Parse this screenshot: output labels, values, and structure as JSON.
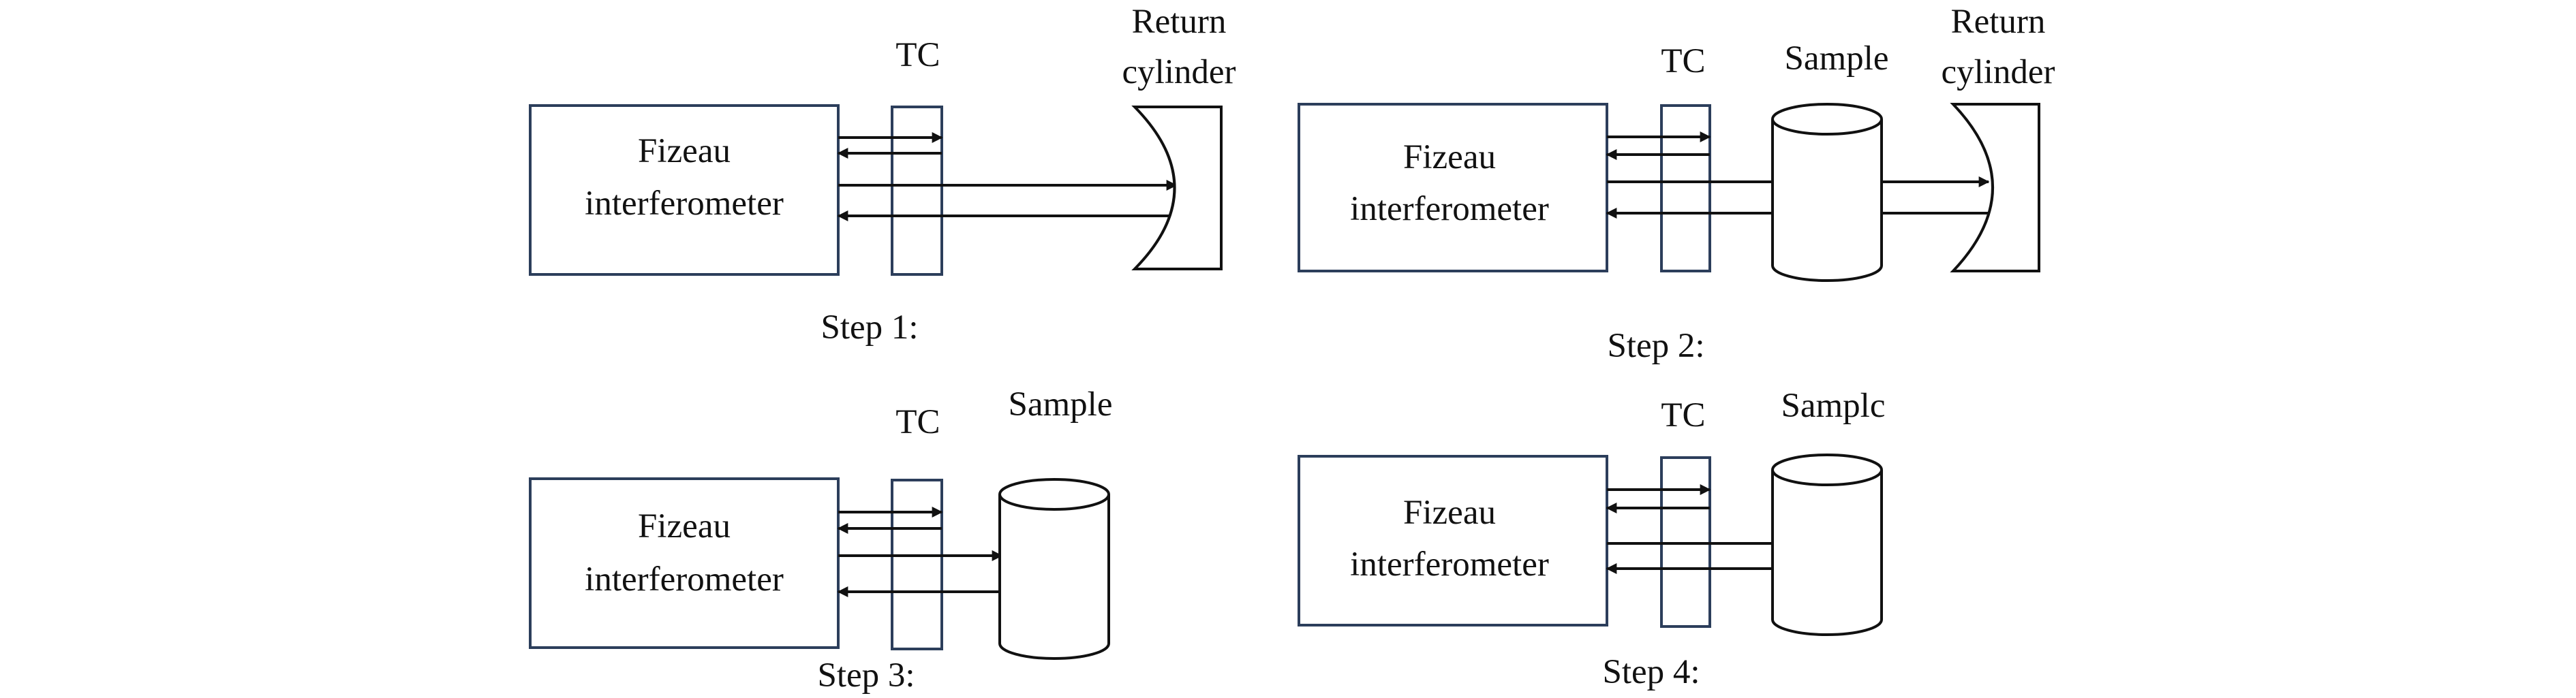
{
  "interferometer_label": [
    "Fizeau",
    "interferometer"
  ],
  "tc_label": "TC",
  "return_cylinder_label": [
    "Return",
    "cylinder"
  ],
  "colors": {
    "frame": "#2c3e5b",
    "line": "#111111",
    "background": "#ffffff"
  },
  "steps": [
    {
      "caption": "Step 1:",
      "sample_label": ""
    },
    {
      "caption": "Step 2:",
      "sample_label": "Sample"
    },
    {
      "caption": "Step 3:",
      "sample_label": "Sample"
    },
    {
      "caption": "Step 4:",
      "sample_label": "Samplc"
    }
  ]
}
